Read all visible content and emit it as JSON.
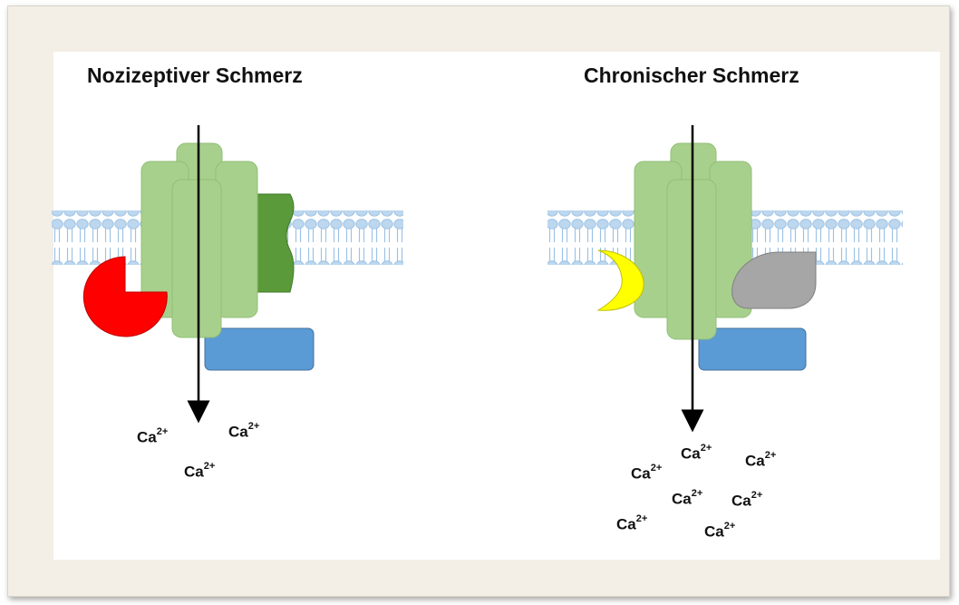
{
  "left_panel": {
    "title": "Nozizeptiver Schmerz",
    "ions": [
      {
        "base": "Ca",
        "charge": "2+"
      },
      {
        "base": "Ca",
        "charge": "2+"
      },
      {
        "base": "Ca",
        "charge": "2+"
      }
    ]
  },
  "right_panel": {
    "title": "Chronischer Schmerz",
    "ions": [
      {
        "base": "Ca",
        "charge": "2+"
      },
      {
        "base": "Ca",
        "charge": "2+"
      },
      {
        "base": "Ca",
        "charge": "2+"
      },
      {
        "base": "Ca",
        "charge": "2+"
      },
      {
        "base": "Ca",
        "charge": "2+"
      },
      {
        "base": "Ca",
        "charge": "2+"
      },
      {
        "base": "Ca",
        "charge": "2+"
      }
    ]
  },
  "colors": {
    "channel": "#a8d08d",
    "channel_stroke": "#8fbf74",
    "membrane": "#bdd7ee",
    "red_subunit": "#ff0000",
    "green_subunit": "#5b9a3a",
    "blue_subunit": "#5b9bd5",
    "yellow_subunit": "#ffff00",
    "gray_subunit": "#a6a6a6"
  },
  "icons": {
    "membrane": "lipid-bilayer",
    "channel": "calcium-channel",
    "flow_arrow": "down-arrow"
  }
}
